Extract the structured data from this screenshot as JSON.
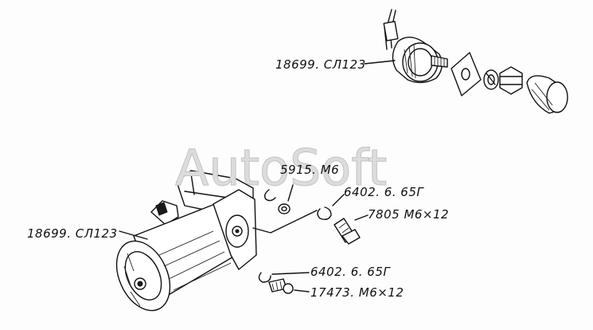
{
  "watermark": "AutoSoft",
  "labels": {
    "switch_top": "18699. СЛ123",
    "motor": "18699. СЛ123",
    "washer_spring_small": "5915. М6",
    "washer_upper": "6402. 6. 65Г",
    "bolt_upper": "7805 М6×12",
    "washer_lower": "6402. 6. 65Г",
    "bolt_lower": "17473. М6×12"
  }
}
